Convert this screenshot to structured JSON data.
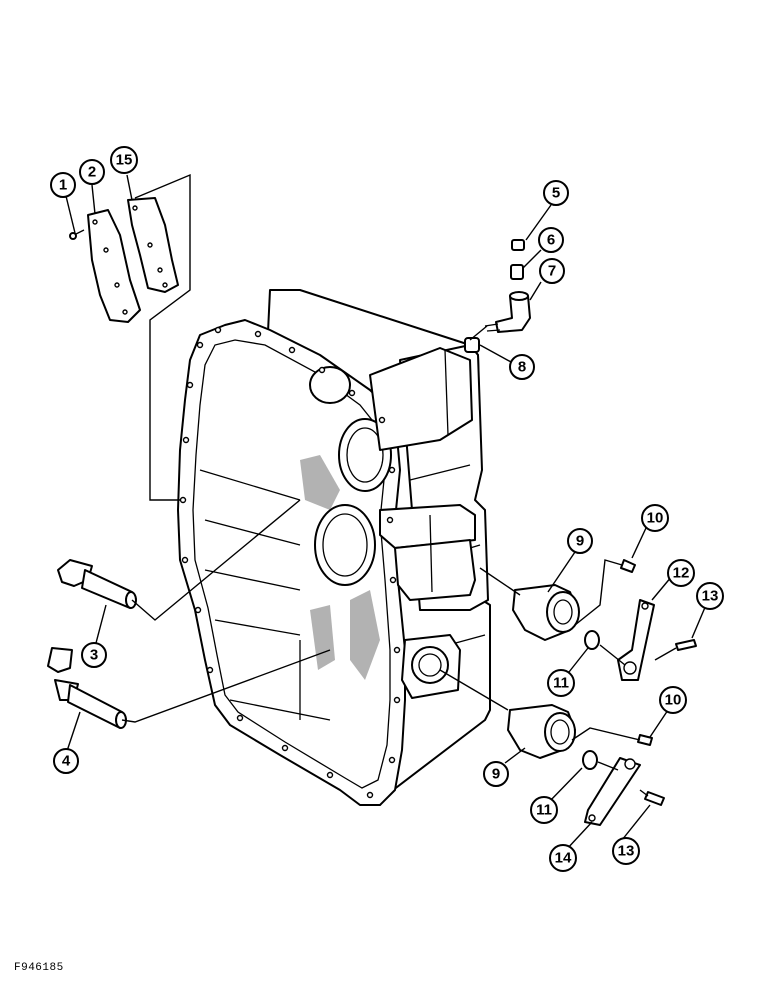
{
  "figure_id": "F946185",
  "callouts": [
    {
      "id": "c1",
      "label": "1"
    },
    {
      "id": "c2",
      "label": "2"
    },
    {
      "id": "c15a",
      "label": "15"
    },
    {
      "id": "c5",
      "label": "5"
    },
    {
      "id": "c6",
      "label": "6"
    },
    {
      "id": "c7",
      "label": "7"
    },
    {
      "id": "c8",
      "label": "8"
    },
    {
      "id": "c10a",
      "label": "10"
    },
    {
      "id": "c9a",
      "label": "9"
    },
    {
      "id": "c12",
      "label": "12"
    },
    {
      "id": "c13a",
      "label": "13"
    },
    {
      "id": "c11a",
      "label": "11"
    },
    {
      "id": "c3",
      "label": "3"
    },
    {
      "id": "c4",
      "label": "4"
    },
    {
      "id": "c10b",
      "label": "10"
    },
    {
      "id": "c9b",
      "label": "9"
    },
    {
      "id": "c11b",
      "label": "11"
    },
    {
      "id": "c14",
      "label": "14"
    },
    {
      "id": "c13b",
      "label": "13"
    }
  ]
}
